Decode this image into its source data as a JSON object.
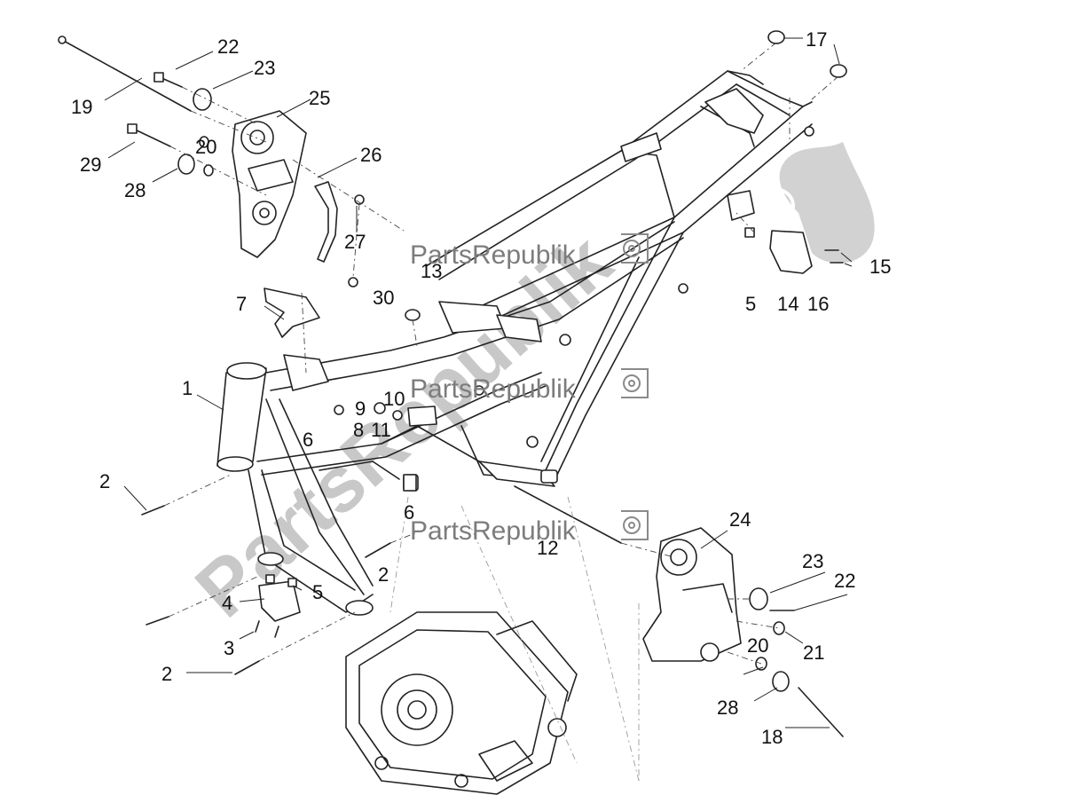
{
  "diagram": {
    "callouts": {
      "c1": "1",
      "c2a": "2",
      "c2b": "2",
      "c2c": "2",
      "c3": "3",
      "c4": "4",
      "c5a": "5",
      "c5b": "5",
      "c6a": "6",
      "c6b": "6",
      "c7": "7",
      "c8": "8",
      "c9": "9",
      "c10": "10",
      "c11": "11",
      "c12": "12",
      "c13": "13",
      "c14": "14",
      "c15": "15",
      "c16": "16",
      "c17": "17",
      "c18": "18",
      "c19": "19",
      "c20a": "20",
      "c20b": "20",
      "c21": "21",
      "c22a": "22",
      "c22b": "22",
      "c23a": "23",
      "c23b": "23",
      "c24": "24",
      "c25": "25",
      "c26": "26",
      "c27": "27",
      "c28a": "28",
      "c28b": "28",
      "c29": "29",
      "c30": "30"
    }
  },
  "watermark": {
    "brand_small": "PartsRepublik",
    "brand_large": "PartsRepublik"
  },
  "colors": {
    "line": "#222222",
    "watermark_text": "#7c7c7c",
    "watermark_large": "#c8c8c8",
    "background": "#ffffff"
  }
}
